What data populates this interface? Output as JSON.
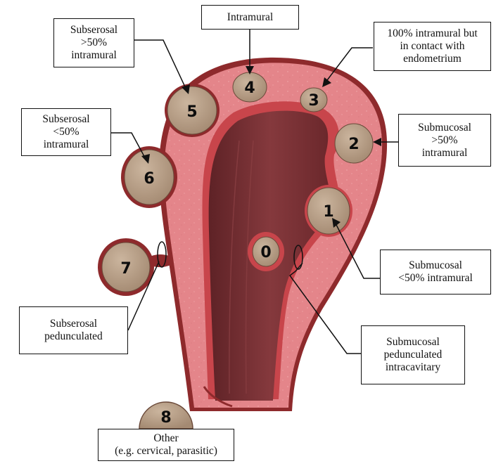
{
  "fibroids": [
    {
      "number": "0"
    },
    {
      "number": "1"
    },
    {
      "number": "2"
    },
    {
      "number": "3"
    },
    {
      "number": "4"
    },
    {
      "number": "5"
    },
    {
      "number": "6"
    },
    {
      "number": "7"
    },
    {
      "number": "8"
    }
  ],
  "labels": {
    "intramural": "Intramural",
    "full_intramural": "100% intramural but\nin contact with\nendometrium",
    "subserosal_gt50": "Subserosal\n>50%\nintramural",
    "subserosal_lt50": "Subserosal\n<50%\nintramural",
    "submucosal_gt50": "Submucosal\n>50%\nintramural",
    "submucosal_lt50": "Submucosal\n<50% intramural",
    "subserosal_pedunculated": "Subserosal\npedunculated",
    "submucosal_pedunculated": "Submucosal\npedunculated\nintracavitary",
    "other": "Other\n(e.g. cervical, parasitic)"
  },
  "colors": {
    "myometrium": "#e4858a",
    "serosa": "#8e2a2c",
    "cavity": "#7a3236",
    "fibroid": "#b8a088",
    "outline": "#111111"
  }
}
